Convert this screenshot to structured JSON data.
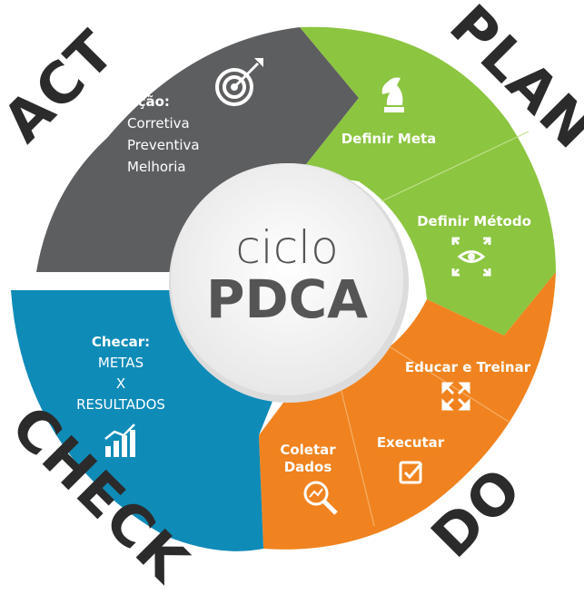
{
  "center": {
    "line1": "ciclo",
    "line2": "PDCA"
  },
  "phases": {
    "plan": "PLAN",
    "do": "DO",
    "check": "CHECK",
    "act": "ACT"
  },
  "act": {
    "title": "Ação:",
    "items": [
      "Corretiva",
      "Preventiva",
      "Melhoria"
    ],
    "icon": "target-icon"
  },
  "plan": {
    "step1": {
      "label": "Definir Meta",
      "icon": "chess-knight-icon"
    },
    "step2": {
      "label": "Definir Método",
      "icon": "eye-arrows-icon"
    }
  },
  "do": {
    "step1": {
      "label": "Educar e Treinar",
      "icon": "expand-arrows-icon"
    },
    "step2": {
      "label": "Executar",
      "icon": "checkbox-icon"
    },
    "step3": {
      "line1": "Coletar",
      "line2": "Dados",
      "icon": "magnifier-chart-icon"
    }
  },
  "check": {
    "title": "Checar:",
    "lines": [
      "METAS",
      "X",
      "RESULTADOS"
    ],
    "icon": "bar-chart-icon"
  },
  "colors": {
    "act": "#5d5e60",
    "plan": "#8cc540",
    "do": "#f0831f",
    "check": "#0f8bb8",
    "center": "#f2f2f2",
    "phase_text": "#2b2b2b"
  }
}
